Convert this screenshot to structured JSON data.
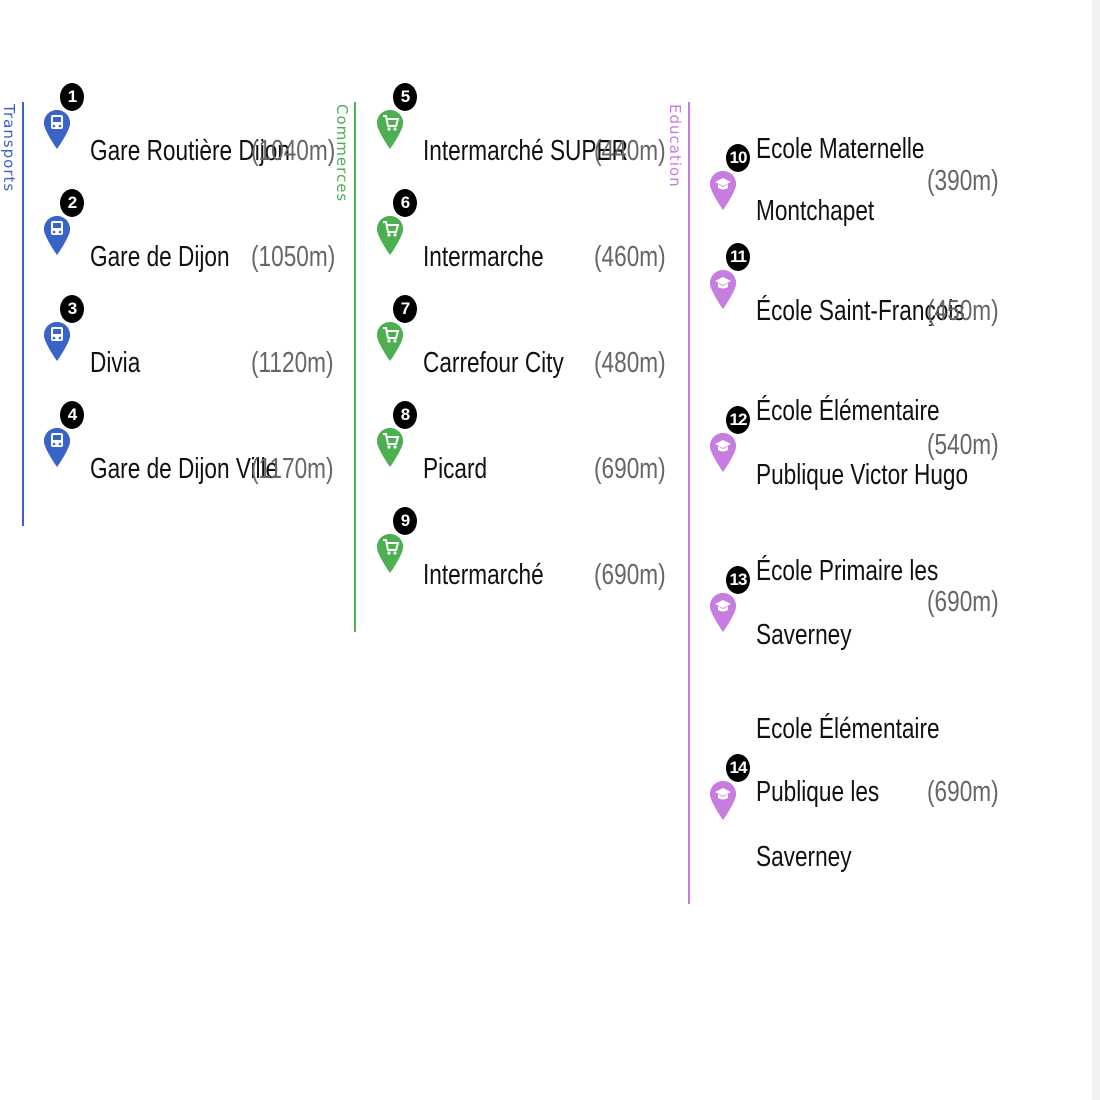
{
  "colors": {
    "transports": "#3a63c8",
    "commerces": "#4caf50",
    "education": "#c77de0"
  },
  "categories": [
    {
      "title": "Transports",
      "icon": "bus-icon",
      "items": [
        {
          "number": "1",
          "name": "Gare Routière Dijon",
          "distance": "(1040m)"
        },
        {
          "number": "2",
          "name": "Gare de Dijon",
          "distance": "(1050m)"
        },
        {
          "number": "3",
          "name": "Divia",
          "distance": "(1120m)"
        },
        {
          "number": "4",
          "name": "Gare de Dijon Ville",
          "distance": "(1170m)"
        }
      ]
    },
    {
      "title": "Commerces",
      "icon": "shopping-cart-icon",
      "items": [
        {
          "number": "5",
          "name": "Intermarché SUPER",
          "distance": "(440m)"
        },
        {
          "number": "6",
          "name": "Intermarche",
          "distance": "(460m)"
        },
        {
          "number": "7",
          "name": "Carrefour City",
          "distance": "(480m)"
        },
        {
          "number": "8",
          "name": "Picard",
          "distance": "(690m)"
        },
        {
          "number": "9",
          "name": "Intermarché",
          "distance": "(690m)"
        }
      ]
    },
    {
      "title": "Education",
      "icon": "graduation-cap-icon",
      "items": [
        {
          "number": "10",
          "name_lines": [
            "Ecole Maternelle",
            "Montchapet"
          ],
          "distance": "(390m)"
        },
        {
          "number": "11",
          "name_lines": [
            "École Saint-François"
          ],
          "distance": "(450m)"
        },
        {
          "number": "12",
          "name_lines": [
            "École Élémentaire",
            "Publique Victor Hugo"
          ],
          "distance": "(540m)"
        },
        {
          "number": "13",
          "name_lines": [
            "École Primaire les",
            "Saverney"
          ],
          "distance": "(690m)"
        },
        {
          "number": "14",
          "name_lines": [
            "Ecole Élémentaire",
            "Publique les",
            "Saverney"
          ],
          "distance": "(690m)"
        }
      ]
    }
  ]
}
